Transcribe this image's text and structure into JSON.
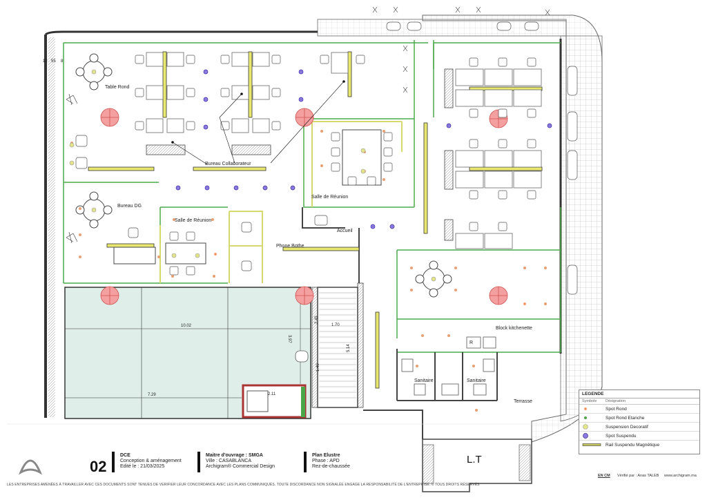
{
  "rooms": {
    "table_rond": "Table Rond",
    "bureau_collab": "Bureau Collaborateur",
    "bureau_dg": "Bureau DG",
    "salle_reunion_1": "Salle de Réunion",
    "salle_reunion_2": "Salle de Réunion",
    "phone_booth": "Phone Bothe",
    "accueil": "Accueil",
    "kitchenette": "Block kitchenette",
    "sanitaire_1": "Sanitaire",
    "sanitaire_2": "Sanitaire",
    "terrasse": "Terrasse",
    "lt": "L.T"
  },
  "dimensions": {
    "d1": "10.02",
    "d2": "7.29",
    "d3": "3.97",
    "d4": "2.49",
    "d5": "1.70",
    "d6": "5.14",
    "d7": "1.40",
    "d8": "2.11",
    "d9": "12",
    "d10": "55",
    "d11": "8"
  },
  "legend": {
    "title": "LEGENDE",
    "col_symbole": "Symbole",
    "col_designation": "Désignation",
    "items": [
      {
        "label": "Spot Rond",
        "color": "#e8a070"
      },
      {
        "label": "Spot Rond Etanche",
        "color": "#4aa84a"
      },
      {
        "label": "Suspension Decoratif",
        "color": "#d8d860"
      },
      {
        "label": "Spot Suspendu",
        "color": "#6a5acd"
      },
      {
        "label": "Rail Suspendu Magnétique",
        "color": "#c8c860"
      }
    ]
  },
  "title_block": {
    "number": "02",
    "dce": "DCE",
    "conception": "Conception & aménagement",
    "edite": "Edité le : 21/03/2025",
    "maitre": "Maitre d'ouvrage : SMGA",
    "ville": "Ville : CASABLANCA",
    "archigram": "Archigram® Commercial Design",
    "plan": "Plan Elustre",
    "phase": "Phase : APD",
    "niveau": "Rez-de-chaussée"
  },
  "footer": {
    "disclaimer": "LES ENTREPRISES AMENÉES À TRAVAILLER AVEC CES DOCUMENTS SONT TENUES DE VERIFIER LEUR CONCORDANCE AVEC LES PLANS COMMUNIQUÉS. TOUTE DISCORDANCE NON SIGNALÉE ENGAGE LA RESPONSABILITÉ DE L'ENTREPRISE. © TOUS DROITS RÉSERVÉS",
    "en_cm": "EN CM",
    "verifie": "Vérifié par : Anas TALEB",
    "website": "www.archigram.ma"
  },
  "colors": {
    "wall": "#333333",
    "partition": "#4aa84a",
    "rail": "#c8c860",
    "spot": "#e8a070",
    "suspension_red": "#f08080",
    "spot_suspendu": "#6a5acd",
    "water": "#dfeee9"
  }
}
